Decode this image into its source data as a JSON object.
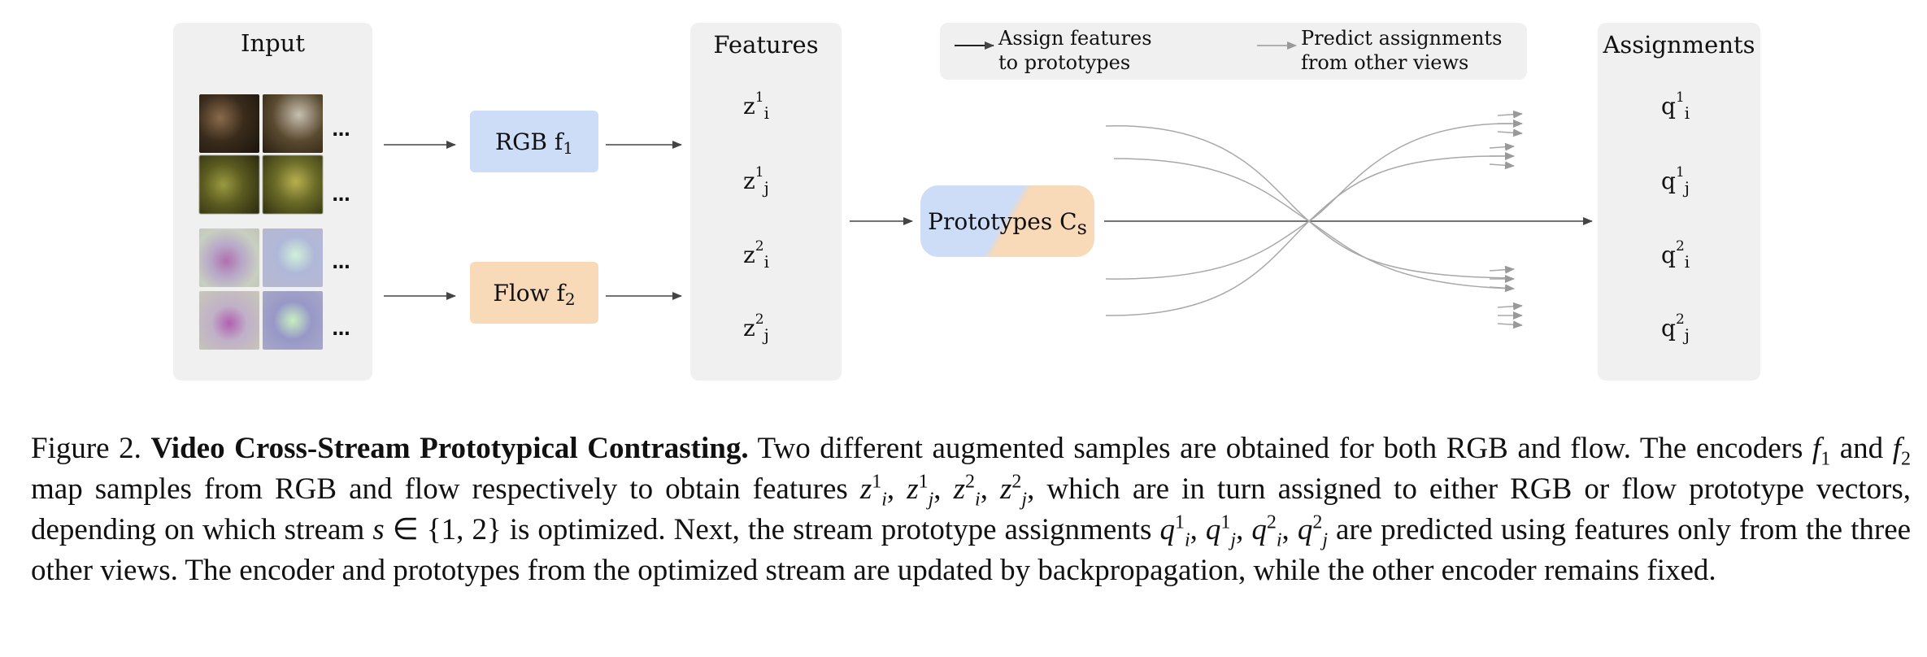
{
  "diagram": {
    "input_title": "Input",
    "features_title": "Features",
    "assignments_title": "Assignments",
    "ellipsis": "...",
    "rgb_encoder": {
      "label": "RGB f",
      "sub": "1"
    },
    "flow_encoder": {
      "label": "Flow f",
      "sub": "2"
    },
    "prototypes": {
      "label": "Prototypes C",
      "sub": "s"
    },
    "features": [
      {
        "base": "z",
        "sup": "1",
        "sub": "i"
      },
      {
        "base": "z",
        "sup": "1",
        "sub": "j"
      },
      {
        "base": "z",
        "sup": "2",
        "sub": "i"
      },
      {
        "base": "z",
        "sup": "2",
        "sub": "j"
      }
    ],
    "assignments": [
      {
        "base": "q",
        "sup": "1",
        "sub": "i"
      },
      {
        "base": "q",
        "sup": "1",
        "sub": "j"
      },
      {
        "base": "q",
        "sup": "2",
        "sub": "i"
      },
      {
        "base": "q",
        "sup": "2",
        "sub": "j"
      }
    ],
    "legend": {
      "assign_line1": "Assign features",
      "assign_line2": "to prototypes",
      "predict_line1": "Predict assignments",
      "predict_line2": "from other views"
    },
    "colors": {
      "rgb": "#cddcf7",
      "flow": "#f8d9b8",
      "panel": "#f0f0f0",
      "dark_arrow": "#444444",
      "light_arrow": "#999999"
    }
  },
  "caption": {
    "figure_label": "Figure 2.",
    "title": "Video Cross-Stream Prototypical Contrasting.",
    "t1": " Two different augmented samples are obtained for both RGB and flow. The encoders ",
    "f": "f",
    "one": "1",
    "two": "2",
    "and": " and ",
    "t2": " map samples from RGB and flow respectively to obtain features ",
    "z": "z",
    "q": "q",
    "i": "i",
    "j": "j",
    "comma": ", ",
    "t3": ", which are in turn assigned to either RGB or flow prototype vectors, depending on which stream ",
    "s": "s",
    "set": " ∈ {1, 2}",
    "t4": " is optimized. Next, the stream prototype assignments ",
    "t5": " are predicted using features only from the three other views. The encoder and prototypes from the optimized stream are updated by backpropagation, while the other encoder remains fixed."
  }
}
